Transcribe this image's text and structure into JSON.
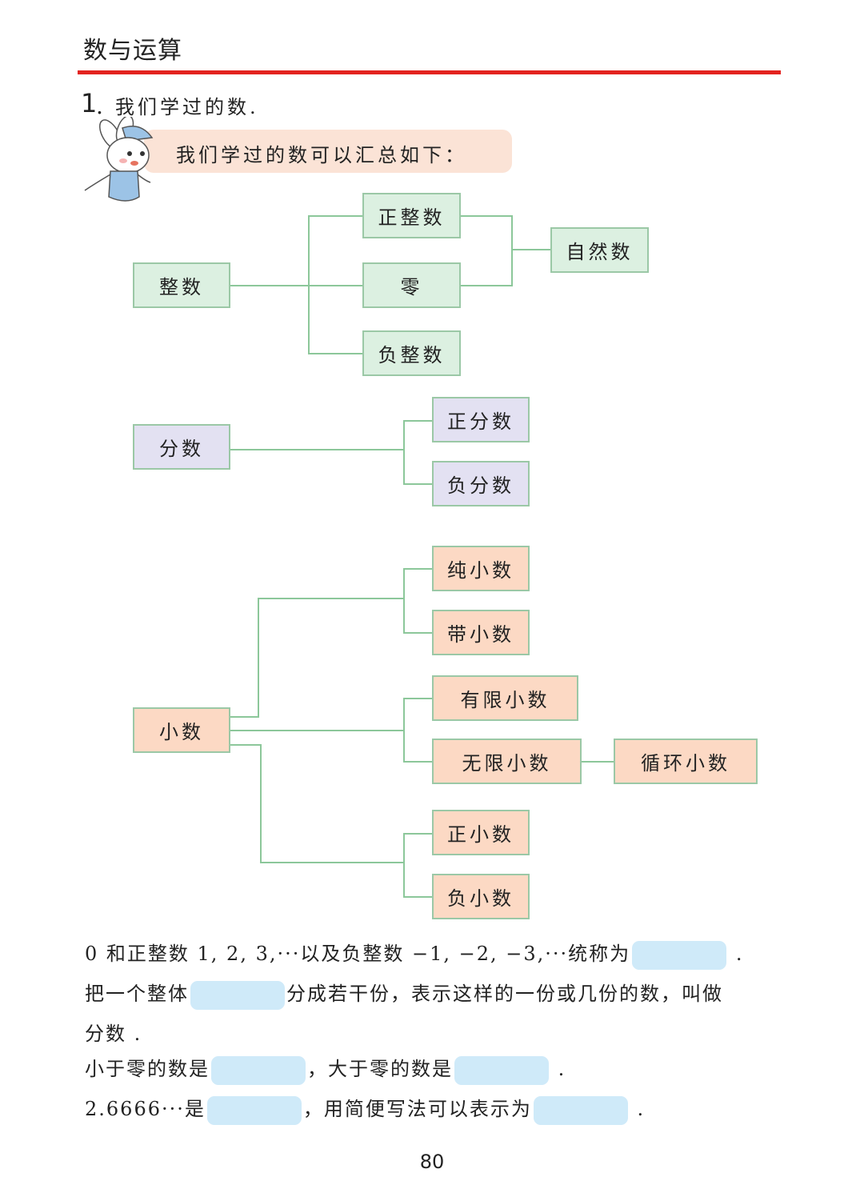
{
  "header": {
    "title": "数与运算"
  },
  "question": {
    "number": "1",
    "dot": ".",
    "text": "我们学过的数."
  },
  "speech_bubble": {
    "text": "我们学过的数可以汇总如下："
  },
  "diagram": {
    "integers": {
      "root": "整数",
      "positive": "正整数",
      "zero": "零",
      "negative": "负整数",
      "natural": "自然数"
    },
    "fractions": {
      "root": "分数",
      "positive": "正分数",
      "negative": "负分数"
    },
    "decimals": {
      "root": "小数",
      "pure": "纯小数",
      "mixed": "带小数",
      "finite": "有限小数",
      "infinite": "无限小数",
      "recurring": "循环小数",
      "positive": "正小数",
      "negative": "负小数"
    }
  },
  "fill_in": {
    "line1": {
      "text": "0 和正整数 1, 2, 3,···以及负整数 −1, −2, −3,···统称为",
      "end": "."
    },
    "line2": {
      "before": "把一个整体",
      "after": "分成若干份，表示这样的一份或几份的数，叫做"
    },
    "line3": {
      "text": "分数 ."
    },
    "line4": {
      "before": "小于零的数是",
      "middle": "，大于零的数是",
      "end": "."
    },
    "line5": {
      "before": "2.6666···是",
      "middle": "，用简便写法可以表示为",
      "end": "."
    }
  },
  "footer": {
    "page_number": "80"
  },
  "colors": {
    "rule": "#e3231f",
    "connector": "#8cc79a",
    "green_box": "#dcf0e1",
    "purple_box": "#e3e1f2",
    "orange_box": "#fcd9c4",
    "blank": "#cfeaf9"
  }
}
